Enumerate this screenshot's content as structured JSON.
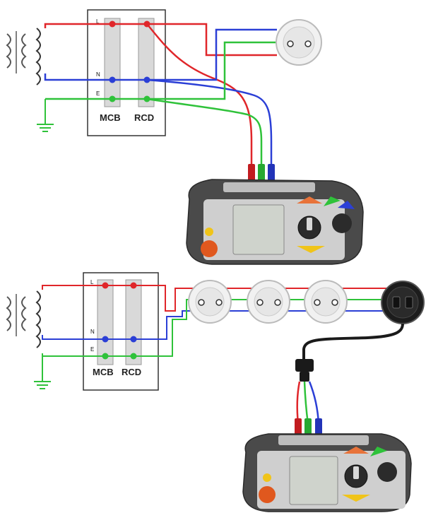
{
  "colors": {
    "line": "#e0262a",
    "neutral": "#2b3fd6",
    "earth": "#2fc23a",
    "panel_border": "#333333",
    "breaker_fill": "#d9d9d9",
    "socket_fill": "#f1f1f1",
    "meter_body": "#4a4a4a",
    "meter_screen": "#cfd3cc"
  },
  "top": {
    "terminal_labels": {
      "live": "L",
      "neutral": "N",
      "earth": "E"
    },
    "device_labels": {
      "mcb": "MCB",
      "rcd": "RCD"
    },
    "icons": [
      "transformer-icon",
      "earth-symbol-icon",
      "socket-icon",
      "multifunction-tester-icon"
    ]
  },
  "bottom": {
    "terminal_labels": {
      "live": "L",
      "neutral": "N",
      "earth": "E"
    },
    "device_labels": {
      "mcb": "MCB",
      "rcd": "RCD"
    },
    "icons": [
      "transformer-icon",
      "earth-symbol-icon",
      "socket-icon",
      "socket-icon",
      "socket-icon",
      "test-plug-adapter-icon",
      "multifunction-tester-icon"
    ]
  }
}
